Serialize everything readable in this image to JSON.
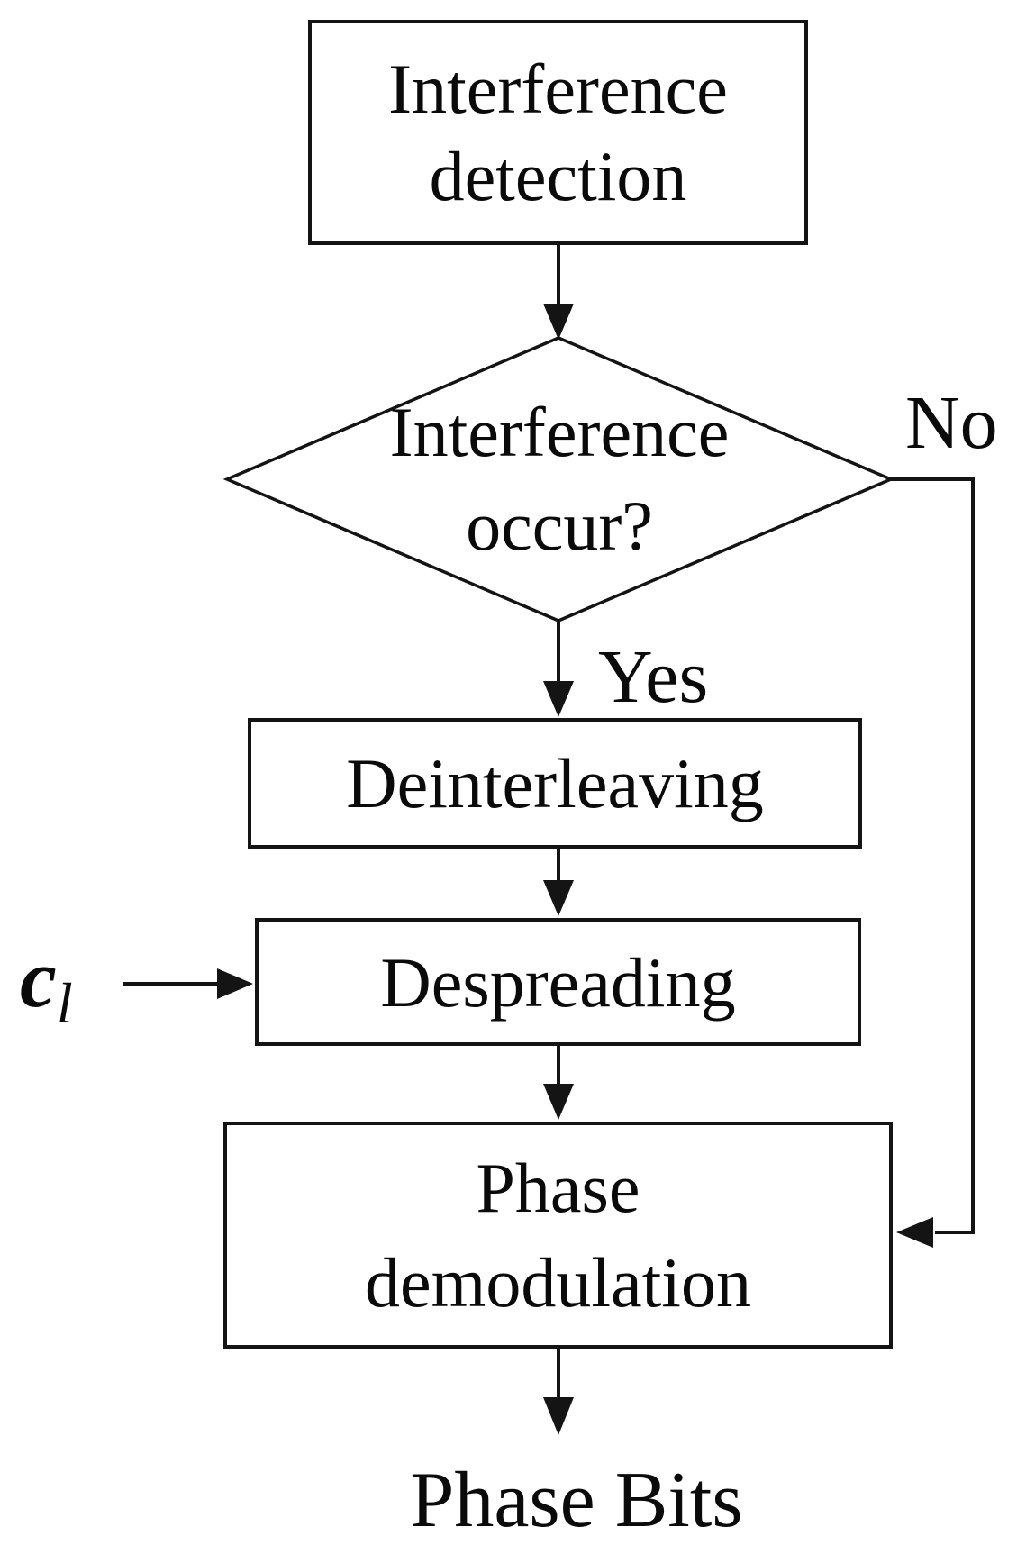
{
  "page": {
    "background": "#ffffff",
    "line_color": "#141414",
    "text_color": "#0a0a0a"
  },
  "flow": {
    "nodes": {
      "detection": {
        "type": "process",
        "lines": [
          "Interference",
          "detection"
        ]
      },
      "decision": {
        "type": "decision",
        "lines": [
          "Interference",
          "occur?"
        ]
      },
      "deinterleaving": {
        "type": "process",
        "label": "Deinterleaving"
      },
      "despreading": {
        "type": "process",
        "label": "Despreading"
      },
      "phase_demodulation": {
        "type": "process",
        "lines": [
          "Phase",
          "demodulation"
        ]
      }
    },
    "edges": {
      "yes_label": "Yes",
      "no_label": "No"
    },
    "input": {
      "symbol": "c",
      "subscript": "l"
    },
    "output": {
      "label": "Phase Bits"
    }
  }
}
